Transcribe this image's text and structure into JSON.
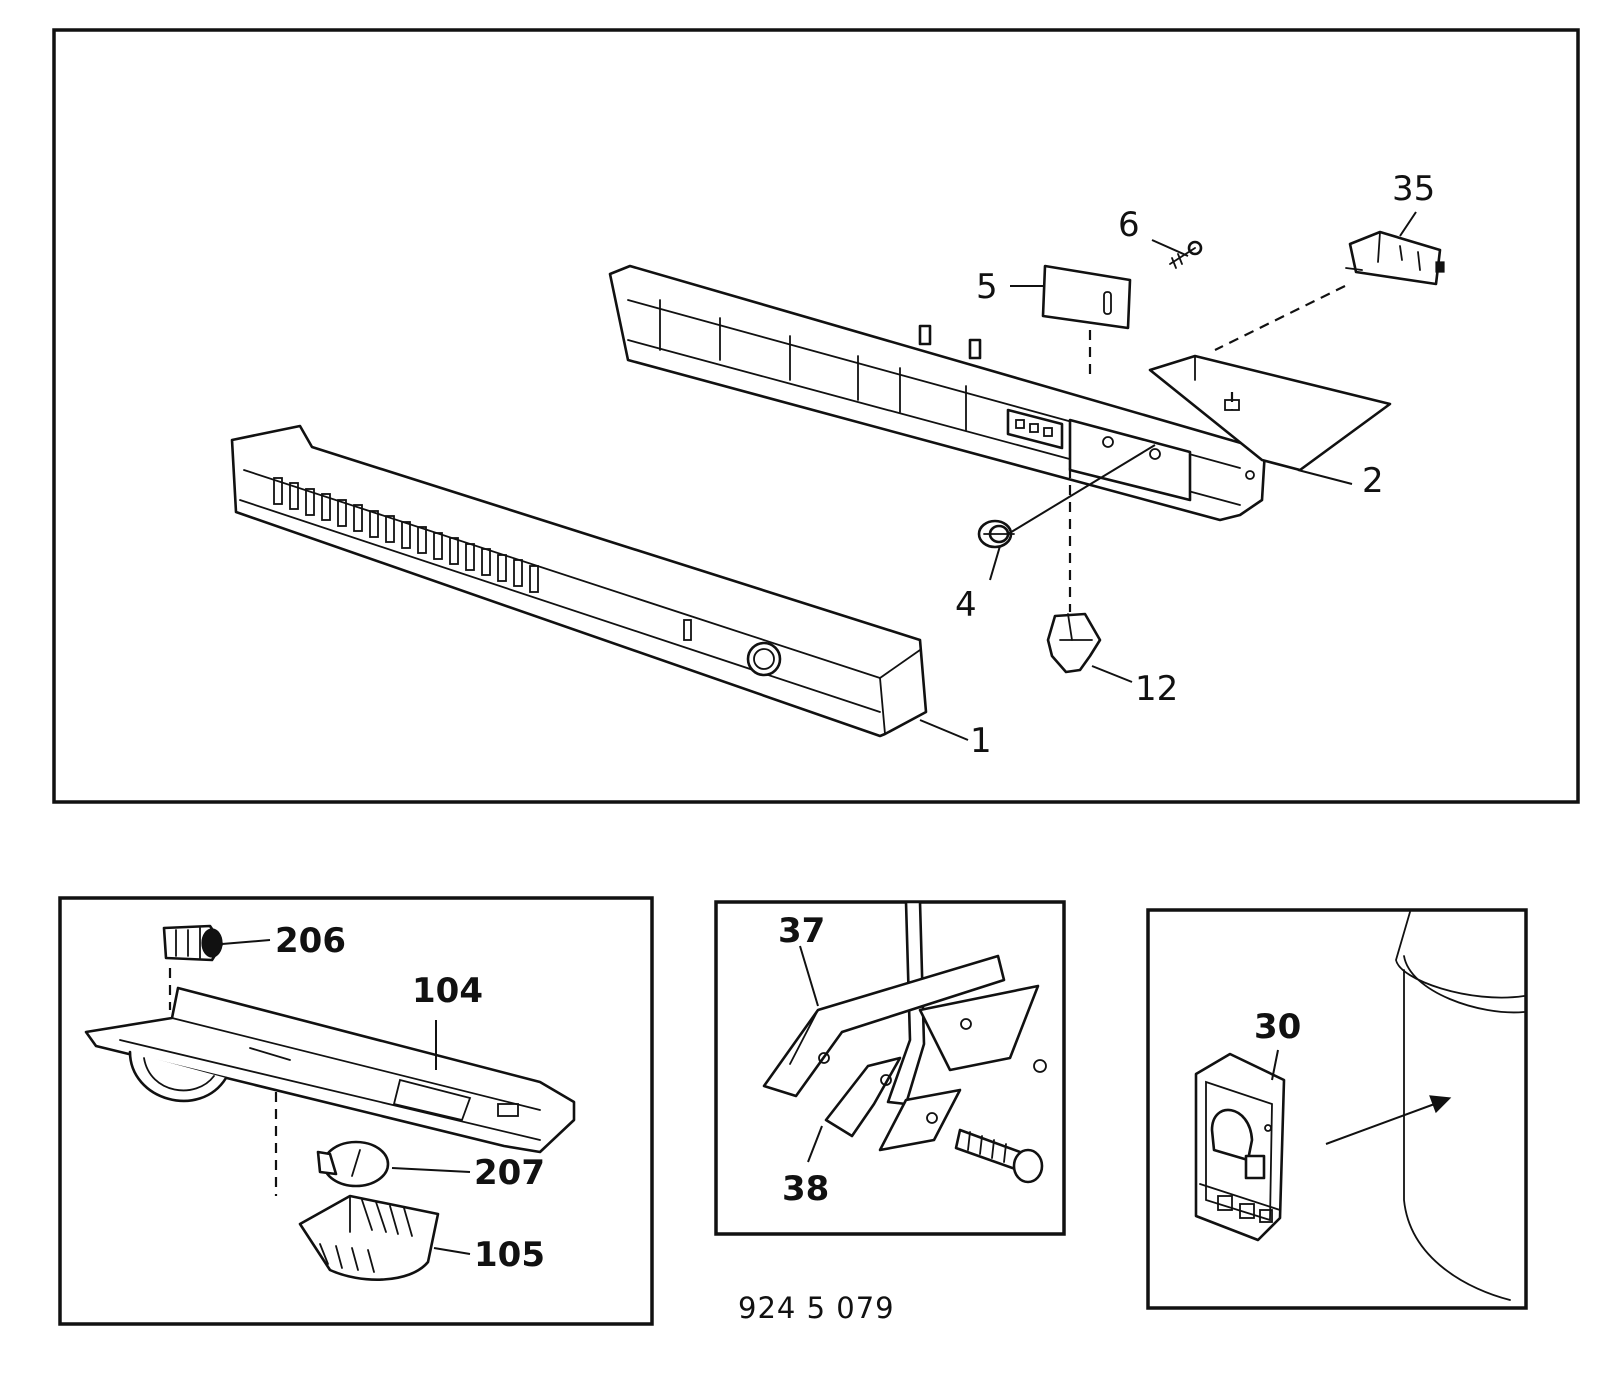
{
  "diagram": {
    "main_panel": {
      "labels": {
        "p1": "1",
        "p2": "2",
        "p4": "4",
        "p5": "5",
        "p6": "6",
        "p12": "12",
        "p35": "35"
      }
    },
    "lamp_panel": {
      "labels": {
        "p104": "104",
        "p105": "105",
        "p206": "206",
        "p207": "207"
      }
    },
    "bracket_panel": {
      "labels": {
        "p37": "37",
        "p38": "38"
      }
    },
    "relay_panel": {
      "labels": {
        "p30": "30"
      }
    },
    "document_number": "924 5 079"
  }
}
